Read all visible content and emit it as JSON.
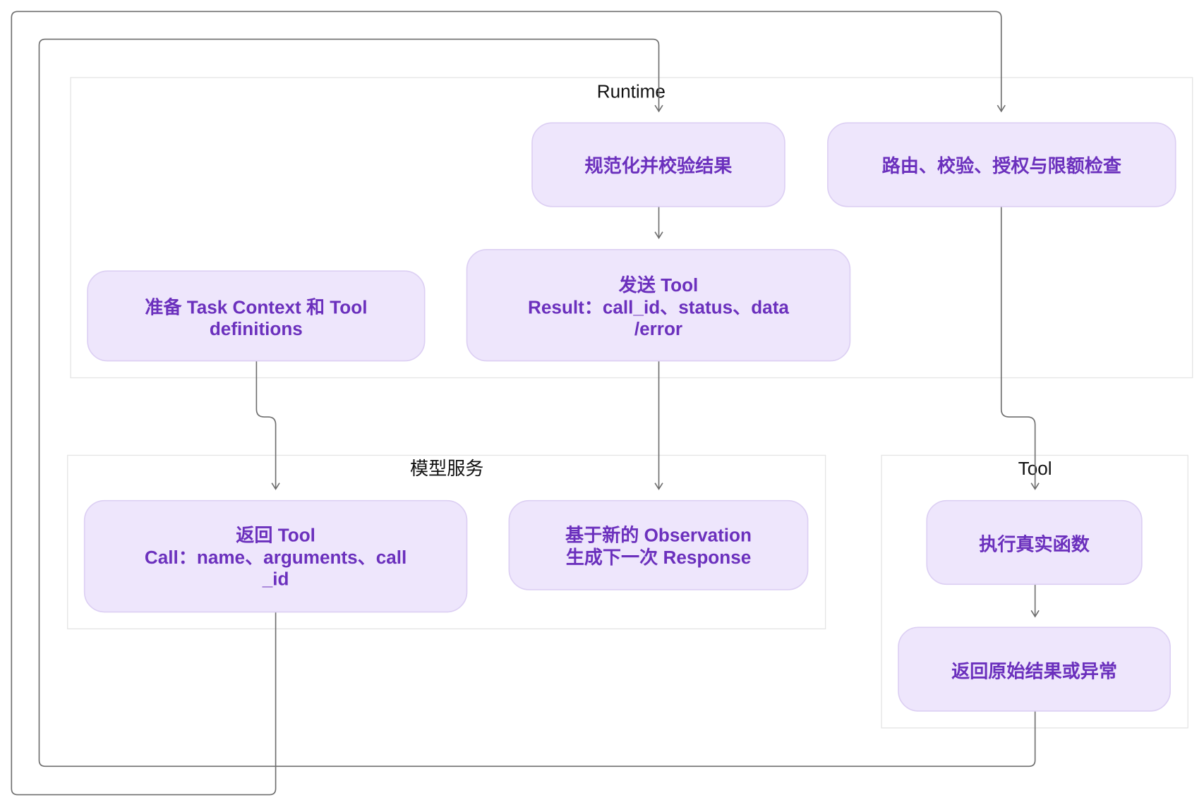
{
  "clusters": {
    "runtime": "Runtime",
    "model_service": "模型服务",
    "tool": "Tool"
  },
  "nodes": {
    "normalize": {
      "lines": [
        "规范化并校验结果"
      ]
    },
    "route": {
      "lines": [
        "路由、校验、授权与限额检查"
      ]
    },
    "prepare": {
      "lines": [
        "准备 Task Context 和 Tool",
        "definitions"
      ]
    },
    "send_result": {
      "lines": [
        "发送 Tool",
        "Result：call_id、status、data",
        "/error"
      ]
    },
    "return_call": {
      "lines": [
        "返回 Tool",
        "Call：name、arguments、call",
        "_id"
      ]
    },
    "next_response": {
      "lines": [
        "基于新的 Observation",
        "生成下一次 Response"
      ]
    },
    "execute": {
      "lines": [
        "执行真实函数"
      ]
    },
    "raw_result": {
      "lines": [
        "返回原始结果或异常"
      ]
    }
  },
  "colors": {
    "node_fill": "#EEE6FC",
    "node_stroke": "#DCCFF3",
    "node_text": "#6B30BD",
    "cluster_stroke": "#E4E4E4",
    "edge": "#6E6E6E",
    "cluster_label": "#111111"
  }
}
